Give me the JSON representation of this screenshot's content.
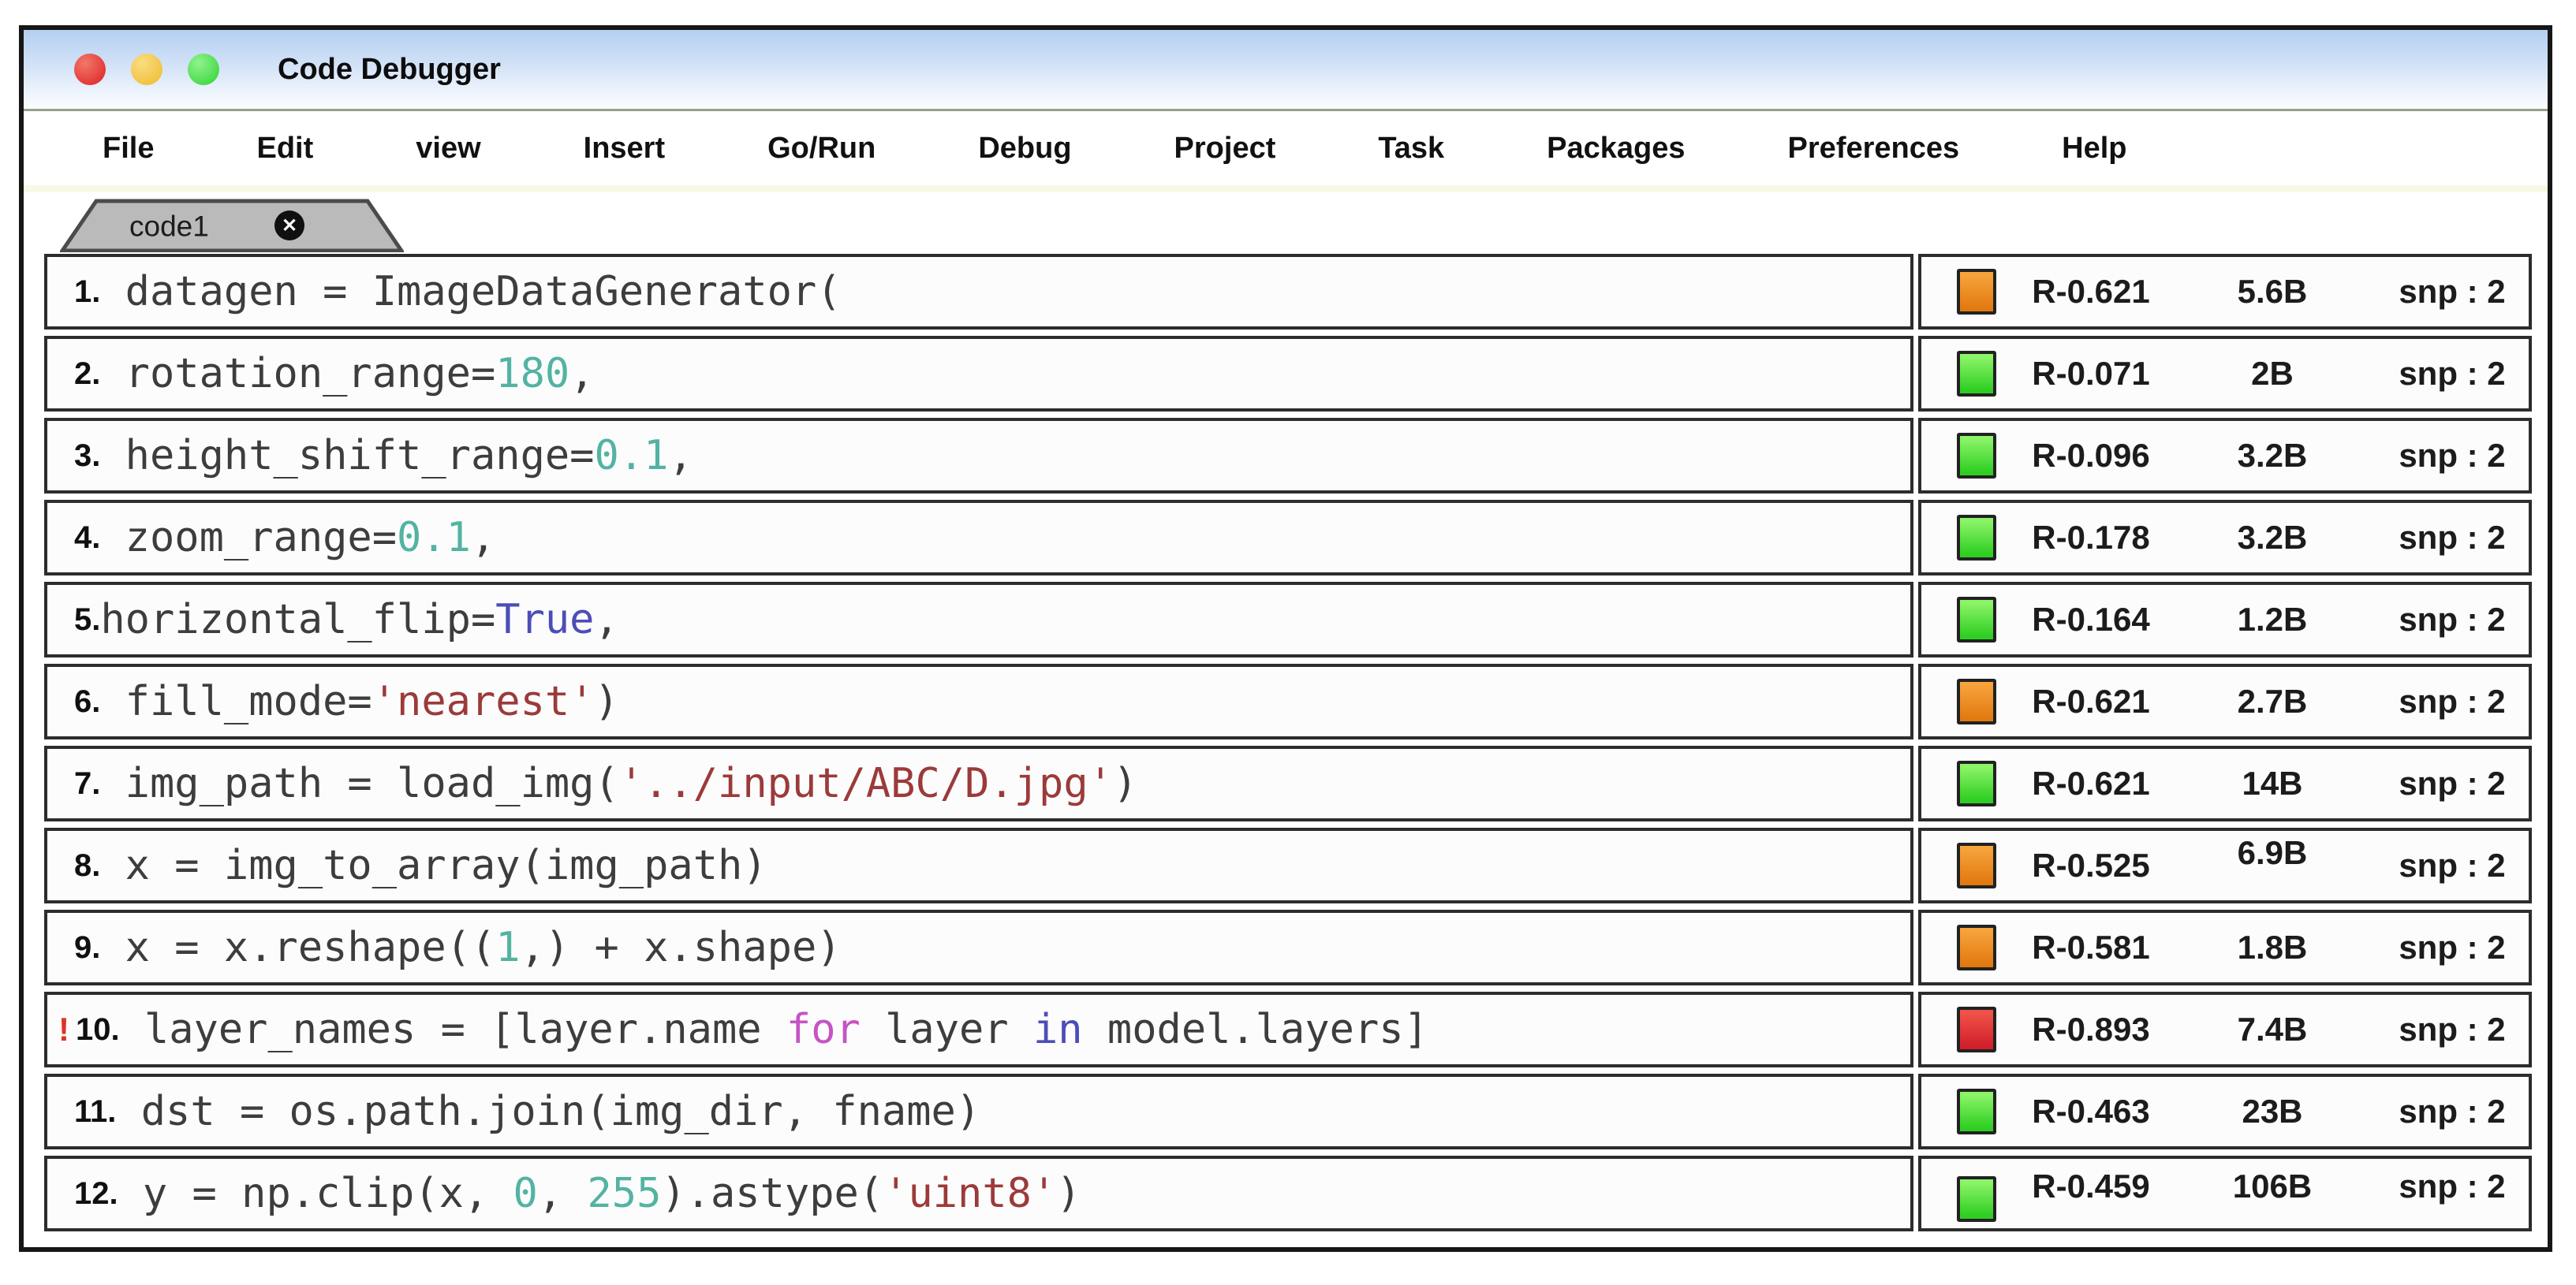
{
  "window": {
    "title": "Code Debugger"
  },
  "titlebar": {
    "traffic_lights": [
      {
        "name": "close",
        "color": "#dd2020"
      },
      {
        "name": "minimize",
        "color": "#efb929"
      },
      {
        "name": "zoom",
        "color": "#2ed32e"
      }
    ]
  },
  "menu": {
    "items": [
      "File",
      "Edit",
      "view",
      "Insert",
      "Go/Run",
      "Debug",
      "Project",
      "Task",
      "Packages",
      "Preferences",
      "Help"
    ]
  },
  "tab": {
    "label": "code1",
    "close_icon": "circle-x"
  },
  "syntax_colors": {
    "plain": "#3d3d3d",
    "number": "#53b3a2",
    "keyword": "#4d4db8",
    "keyword2": "#c653c6",
    "string": "#9c3a3a",
    "warning_bang": "#e03222"
  },
  "status_colors": {
    "orange": "#ef8c1f",
    "green": "#3fd32b",
    "red": "#e02531"
  },
  "rows": [
    {
      "line_no": "1.",
      "bang": "",
      "tokens": [
        {
          "t": " datagen = ImageDataGenerator(",
          "c": "plain"
        }
      ],
      "status": {
        "level": "orange",
        "r": "R-0.621",
        "size": "5.6B",
        "snp": "snp : 2"
      }
    },
    {
      "line_no": "2.",
      "bang": "",
      "tokens": [
        {
          "t": " rotation_range=",
          "c": "plain"
        },
        {
          "t": "180",
          "c": "number"
        },
        {
          "t": ",",
          "c": "plain"
        }
      ],
      "status": {
        "level": "green",
        "r": "R-0.071",
        "size": "2B",
        "snp": "snp : 2"
      }
    },
    {
      "line_no": "3.",
      "bang": "",
      "tokens": [
        {
          "t": " height_shift_range=",
          "c": "plain"
        },
        {
          "t": "0.1",
          "c": "number"
        },
        {
          "t": ",",
          "c": "plain"
        }
      ],
      "status": {
        "level": "green",
        "r": "R-0.096",
        "size": "3.2B",
        "snp": "snp : 2"
      }
    },
    {
      "line_no": "4.",
      "bang": "",
      "tokens": [
        {
          "t": " zoom_range=",
          "c": "plain"
        },
        {
          "t": "0.1",
          "c": "number"
        },
        {
          "t": ",",
          "c": "plain"
        }
      ],
      "status": {
        "level": "green",
        "r": "R-0.178",
        "size": "3.2B",
        "snp": "snp : 2"
      }
    },
    {
      "line_no": "5.",
      "bang": "",
      "tokens": [
        {
          "t": "horizontal_flip=",
          "c": "plain"
        },
        {
          "t": "True",
          "c": "keyword"
        },
        {
          "t": ",",
          "c": "plain"
        }
      ],
      "status": {
        "level": "green",
        "r": "R-0.164",
        "size": "1.2B",
        "snp": "snp : 2"
      }
    },
    {
      "line_no": "6.",
      "bang": "",
      "tokens": [
        {
          "t": " fill_mode=",
          "c": "plain"
        },
        {
          "t": "'nearest'",
          "c": "string"
        },
        {
          "t": ")",
          "c": "plain"
        }
      ],
      "status": {
        "level": "orange",
        "r": "R-0.621",
        "size": "2.7B",
        "snp": "snp : 2"
      }
    },
    {
      "line_no": "7.",
      "bang": "",
      "tokens": [
        {
          "t": " img_path = load_img(",
          "c": "plain"
        },
        {
          "t": "'../input/ABC/D.jpg'",
          "c": "string"
        },
        {
          "t": ")",
          "c": "plain"
        }
      ],
      "status": {
        "level": "green",
        "r": "R-0.621",
        "size": "14B",
        "snp": "snp : 2"
      }
    },
    {
      "line_no": "8.",
      "bang": "",
      "tokens": [
        {
          "t": " x = img_to_array(img_path)",
          "c": "plain"
        }
      ],
      "status": {
        "level": "orange",
        "r": "R-0.525",
        "size": "6.9B",
        "snp": "snp : 2"
      }
    },
    {
      "line_no": "9.",
      "bang": "",
      "tokens": [
        {
          "t": " x = x.reshape((",
          "c": "plain"
        },
        {
          "t": "1",
          "c": "number"
        },
        {
          "t": ",) + x.shape)",
          "c": "plain"
        }
      ],
      "status": {
        "level": "orange",
        "r": "R-0.581",
        "size": "1.8B",
        "snp": "snp : 2"
      }
    },
    {
      "line_no": "10.",
      "bang": "!",
      "tokens": [
        {
          "t": " layer_names = [layer.name ",
          "c": "plain"
        },
        {
          "t": "for",
          "c": "keyword2"
        },
        {
          "t": " layer ",
          "c": "plain"
        },
        {
          "t": "in",
          "c": "keyword"
        },
        {
          "t": " model.layers]",
          "c": "plain"
        }
      ],
      "status": {
        "level": "red",
        "r": "R-0.893",
        "size": "7.4B",
        "snp": "snp : 2"
      }
    },
    {
      "line_no": "11.",
      "bang": "",
      "tokens": [
        {
          "t": " dst = os.path.join(img_dir, fname)",
          "c": "plain"
        }
      ],
      "status": {
        "level": "green",
        "r": "R-0.463",
        "size": "23B",
        "snp": "snp : 2"
      }
    },
    {
      "line_no": "12.",
      "bang": "",
      "tokens": [
        {
          "t": " y = np.clip(x, ",
          "c": "plain"
        },
        {
          "t": "0",
          "c": "number"
        },
        {
          "t": ", ",
          "c": "plain"
        },
        {
          "t": "255",
          "c": "number"
        },
        {
          "t": ").astype(",
          "c": "plain"
        },
        {
          "t": "'uint8'",
          "c": "string"
        },
        {
          "t": ")",
          "c": "plain"
        }
      ],
      "status": {
        "level": "green",
        "r": "R-0.459",
        "size": "106B",
        "snp": "snp : 2"
      }
    }
  ]
}
